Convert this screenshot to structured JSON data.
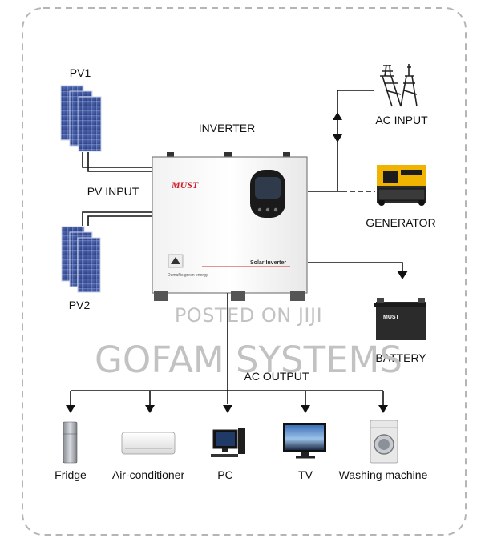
{
  "labels": {
    "pv1": "PV1",
    "pv2": "PV2",
    "pv_input": "PV INPUT",
    "inverter": "INVERTER",
    "ac_input": "AC INPUT",
    "generator": "GENERATOR",
    "battery": "BATTERY",
    "ac_output": "AC OUTPUT"
  },
  "inverter": {
    "brand": "MUST",
    "model_text": "Solar Inverter",
    "tagline": "Dumaflic green energy"
  },
  "battery_brand": "MUST",
  "loads": [
    {
      "label": "Fridge",
      "icon": "fridge-icon"
    },
    {
      "label": "Air-conditioner",
      "icon": "air-conditioner-icon"
    },
    {
      "label": "PC",
      "icon": "pc-icon"
    },
    {
      "label": "TV",
      "icon": "tv-icon"
    },
    {
      "label": "Washing machine",
      "icon": "washing-machine-icon"
    }
  ],
  "watermark": {
    "line1": "POSTED ON JIJI",
    "line2": "GOFAM SYSTEMS"
  },
  "colors": {
    "border_dash": "#b5b5b5",
    "wire": "#111111",
    "panel_blue": "#3f5aa6",
    "inverter_body": "#ffffff",
    "brand_red": "#d0202a",
    "battery_body": "#2b2b2b",
    "generator_yellow": "#f0b400",
    "watermark": "#c2c2c2"
  }
}
